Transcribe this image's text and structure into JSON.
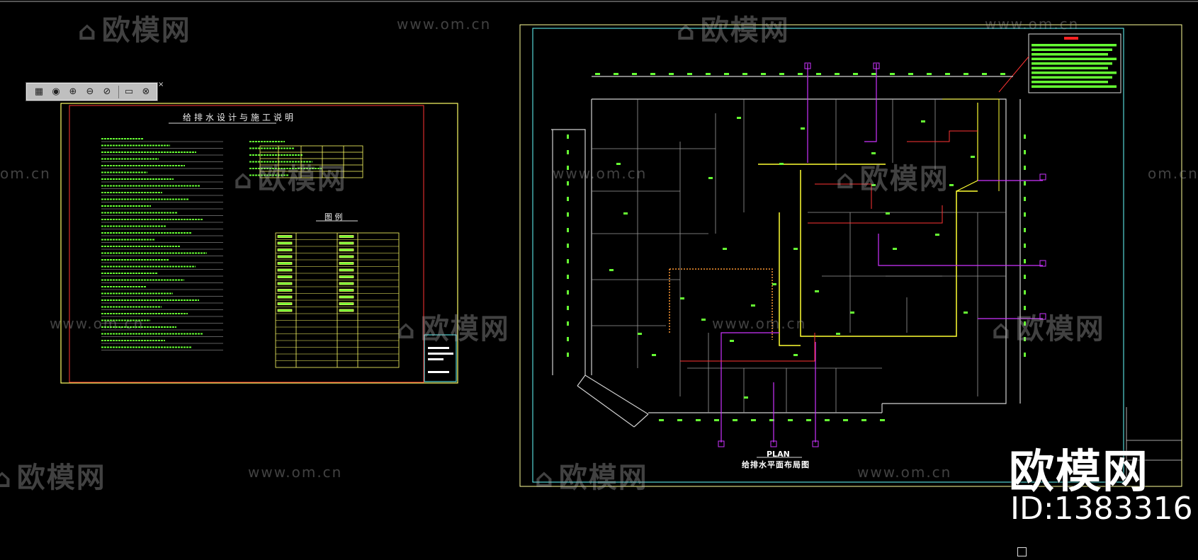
{
  "watermark": {
    "logo_text": "欧模网",
    "url_text": "www.om.cn",
    "url_short": "om.cn"
  },
  "brand": {
    "name": "欧模网",
    "id_label": "ID:1383316"
  },
  "sheet_left": {
    "title": "给排水设计与施工说明",
    "legend_title": "图 例"
  },
  "sheet_right": {
    "plan_label": "PLAN",
    "plan_title": "给排水平面布局图"
  },
  "toolbar": {
    "buttons": [
      "grid-view-icon",
      "sphere-icon",
      "sphere-add-icon",
      "sphere-remove-icon",
      "sphere-slash-icon",
      "box-icon",
      "box-delete-icon"
    ]
  },
  "colors": {
    "background": "#000000",
    "frame_yellow": "#ffff66",
    "frame_red": "#ff3333",
    "frame_cyan": "#66ffff",
    "text_green": "#66ff33",
    "pipe_magenta": "#cc33ff",
    "wall_white": "#d0d0d0"
  }
}
